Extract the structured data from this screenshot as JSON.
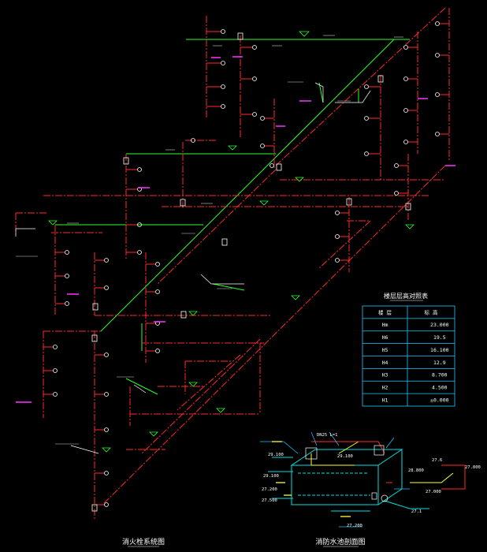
{
  "titles": {
    "system_view": "消火栓系统图",
    "tank_view": "消防水池剖面图",
    "elevation_table": "楼层层高对照表"
  },
  "table": {
    "headers": [
      "楼 层",
      "标 高"
    ],
    "rows": [
      [
        "Hm",
        "23.000"
      ],
      [
        "H6",
        "19.5"
      ],
      [
        "H5",
        "16.100"
      ],
      [
        "H4",
        "12.9"
      ],
      [
        "H3",
        "8.700"
      ],
      [
        "H2",
        "4.500"
      ],
      [
        "H1",
        "±0.000"
      ]
    ]
  },
  "tank_labels": {
    "t1": "29.100",
    "t2": "29.100",
    "t3": "28.800",
    "t4": "27.200",
    "t5": "27.500",
    "t6": "27.6",
    "t7": "27.000",
    "t8": "27.200",
    "t9": "29.100",
    "t10": "27.1",
    "t11": "27.800",
    "t12": "DN25 L=1"
  },
  "colors": {
    "background": "#000000",
    "pipe": "#ff2a2a",
    "main_line": "#2bff2b",
    "annotation": "#ffffff",
    "tag": "#ff33ff",
    "table_border": "#1ec8ff",
    "tank": "#00e0e0",
    "accent": "#ffff33"
  }
}
